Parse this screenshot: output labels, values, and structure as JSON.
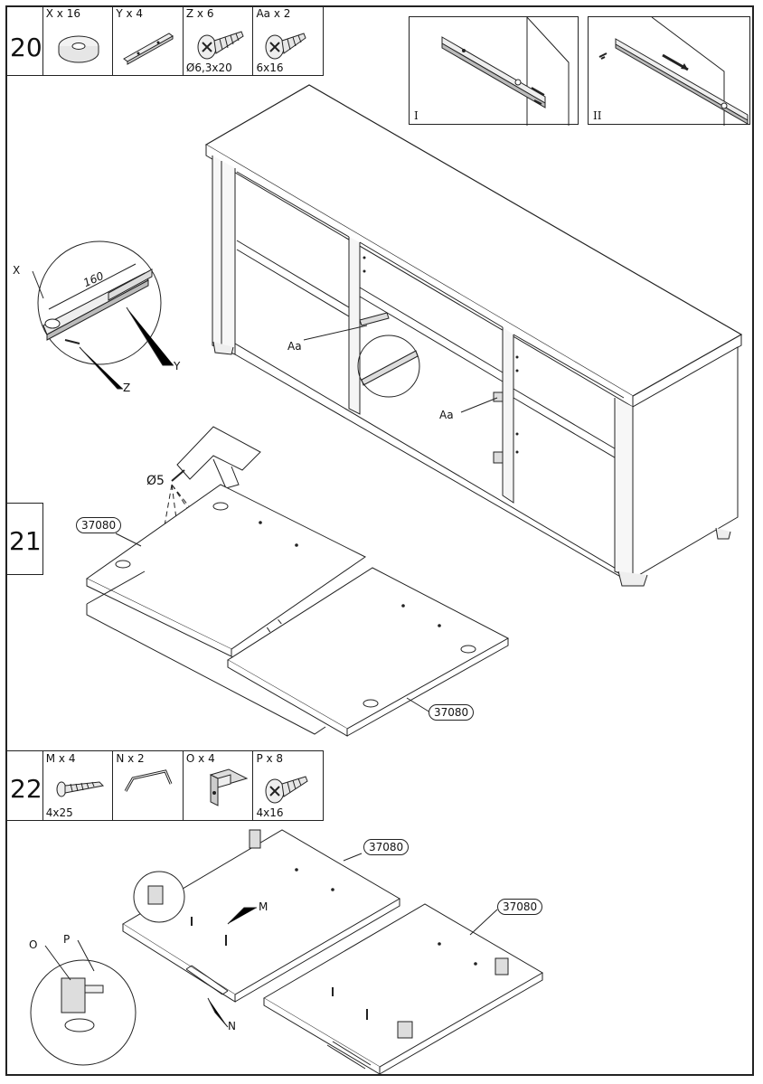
{
  "steps": {
    "s20": {
      "number": "20",
      "parts": [
        {
          "qty": "X x 16",
          "icon": "washer-icon",
          "dim": ""
        },
        {
          "qty": "Y x 4",
          "icon": "drawer-rail-icon",
          "dim": ""
        },
        {
          "qty": "Z x 6",
          "icon": "screw-icon",
          "dim": "Ø6,3x20"
        },
        {
          "qty": "Aa x 2",
          "icon": "screw-icon",
          "dim": "6x16"
        }
      ],
      "insets": [
        "I",
        "II"
      ],
      "callouts": {
        "x": "X",
        "y": "Y",
        "z": "Z",
        "aa1": "Aa",
        "aa2": "Aa",
        "measure": "160"
      }
    },
    "s21": {
      "number": "21",
      "drill": "Ø5",
      "tag1": "37080",
      "tag2": "37080"
    },
    "s22": {
      "number": "22",
      "parts": [
        {
          "qty": "M x 4",
          "icon": "wood-screw-icon",
          "dim": "4x25"
        },
        {
          "qty": "N x 2",
          "icon": "handle-icon",
          "dim": ""
        },
        {
          "qty": "O x 4",
          "icon": "hinge-icon",
          "dim": ""
        },
        {
          "qty": "P x 8",
          "icon": "screw-icon",
          "dim": "4x16"
        }
      ],
      "tag1": "37080",
      "tag2": "37080",
      "callouts": {
        "m": "M",
        "n": "N",
        "o": "O",
        "p": "P"
      }
    }
  }
}
